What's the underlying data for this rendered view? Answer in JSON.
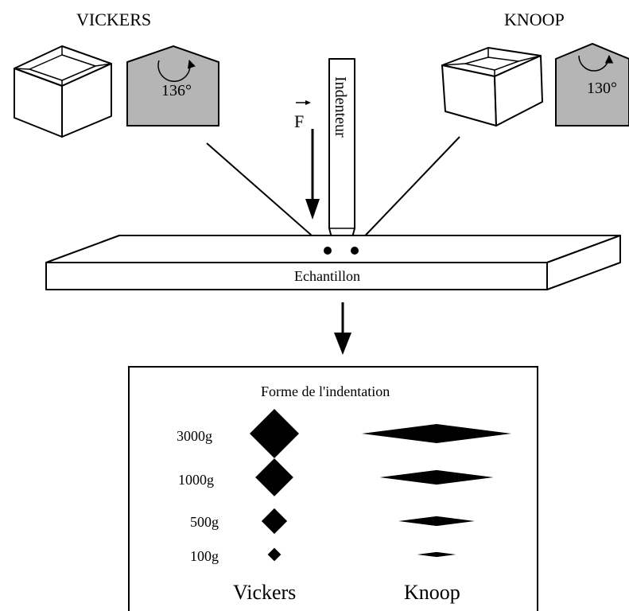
{
  "vickers": {
    "title": "VICKERS",
    "angle": "136°"
  },
  "knoop": {
    "title": "KNOOP",
    "angle": "130°"
  },
  "indenter_label": "Indenteur",
  "force_label": "F",
  "sample_label": "Echantillon",
  "panel": {
    "title": "Forme de l'indentation",
    "loads": [
      "3000g",
      "1000g",
      "500g",
      "100g"
    ],
    "vickers_label": "Vickers",
    "knoop_label": "Knoop",
    "vickers_sizes": [
      1.0,
      0.77,
      0.52,
      0.27
    ],
    "knoop_sizes": [
      1.0,
      0.76,
      0.51,
      0.26
    ]
  },
  "colors": {
    "face_gray": "#b5b5b5",
    "stroke": "#000000"
  }
}
